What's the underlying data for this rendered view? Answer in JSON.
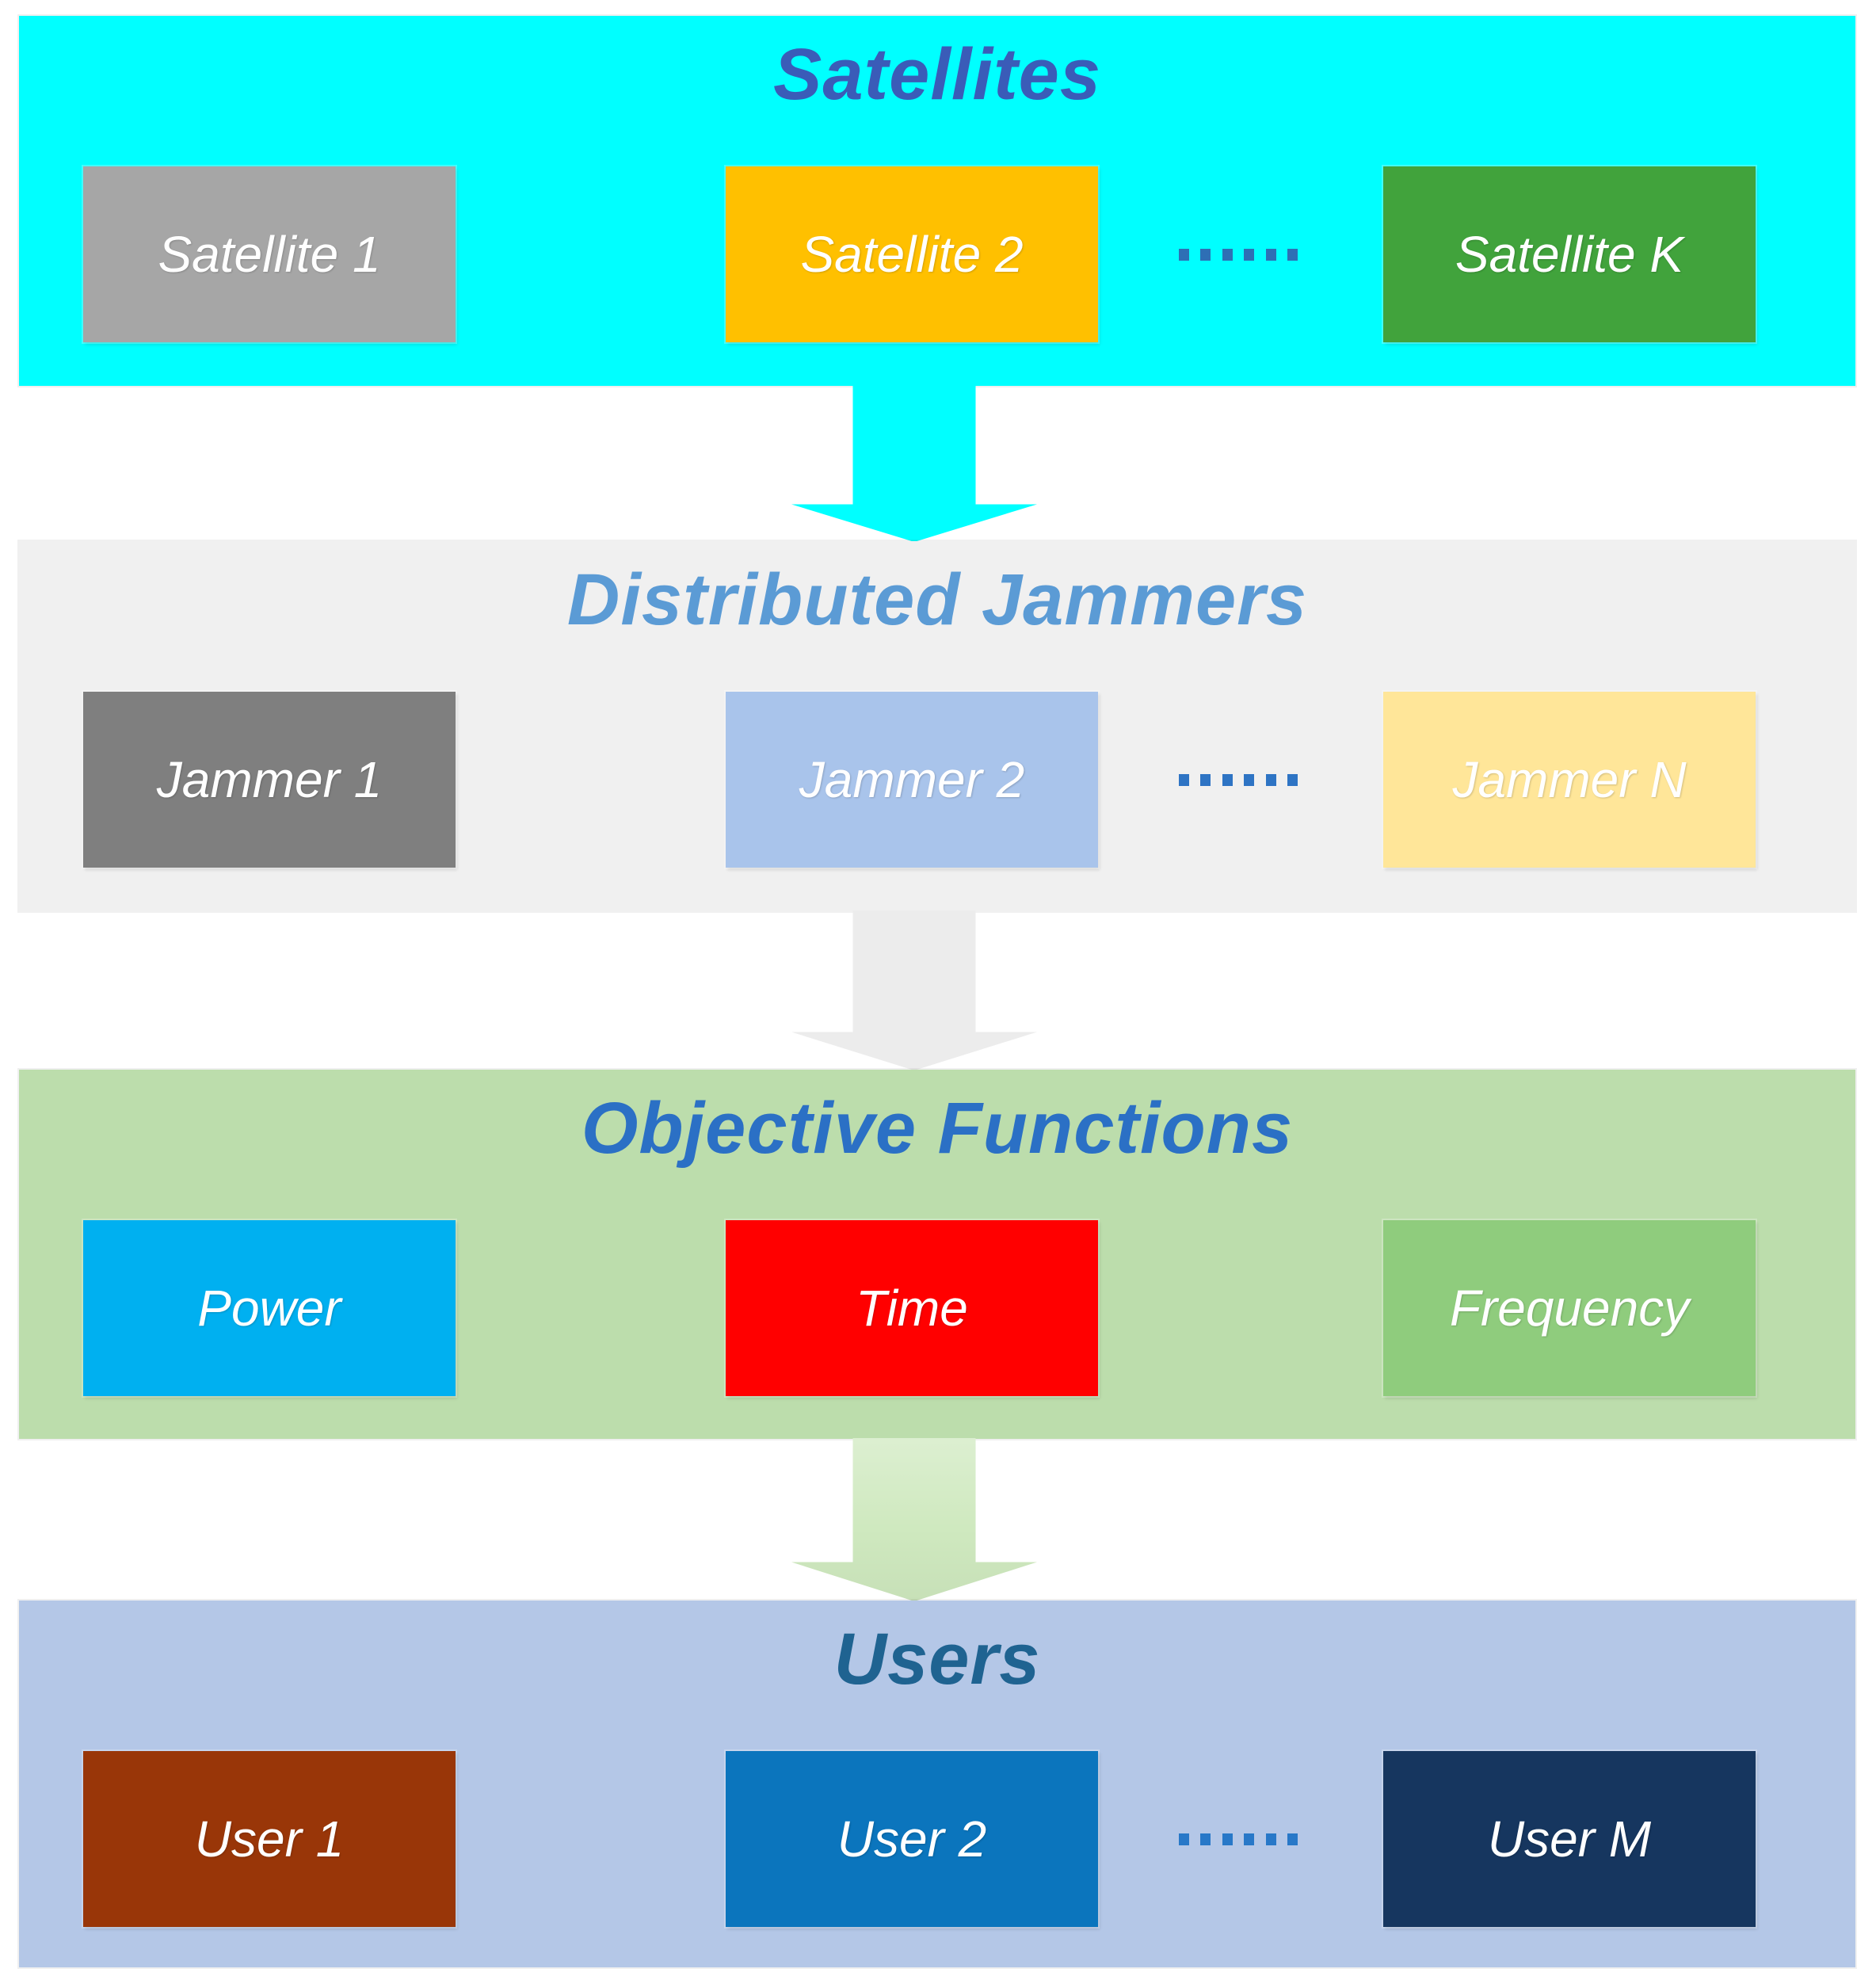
{
  "diagram": {
    "sections": [
      {
        "title": "Satellites",
        "title_color": "#3A5CB8",
        "bg": "#00FFFF",
        "has_dots": true,
        "dots_color": "#2E6FB5",
        "boxes": [
          {
            "label": "Satellite 1",
            "bg": "#A6A6A6",
            "text_color": "#FFFFFF"
          },
          {
            "label": "Satellite 2",
            "bg": "#FFC000",
            "text_color": "#FFFFFF"
          },
          {
            "label": "Satellite K",
            "bg": "#41A33C",
            "text_color": "#FFFFFF"
          }
        ]
      },
      {
        "title": "Distributed Jammers",
        "title_color": "#5B9BD5",
        "bg": "#F0F0F0",
        "has_dots": true,
        "dots_color": "#2E74C4",
        "boxes": [
          {
            "label": "Jammer 1",
            "bg": "#7F7F7F",
            "text_color": "#FFFFFF"
          },
          {
            "label": "Jammer 2",
            "bg": "#A9C4EB",
            "text_color": "#FFFFFF"
          },
          {
            "label": "Jammer N",
            "bg": "#FFE699",
            "text_color": "#FFFFFF"
          }
        ]
      },
      {
        "title": "Objective Functions",
        "title_color": "#2B70C5",
        "bg": "#BCDDAC",
        "has_dots": false,
        "dots_color": null,
        "boxes": [
          {
            "label": "Power",
            "bg": "#00B0F0",
            "text_color": "#FFFFFF"
          },
          {
            "label": "Time",
            "bg": "#FF0000",
            "text_color": "#FFFFFF"
          },
          {
            "label": "Frequency",
            "bg": "#8FCC7D",
            "text_color": "#FFFFFF"
          }
        ]
      },
      {
        "title": "Users",
        "title_color": "#1F6391",
        "bg": "#B4C7E7",
        "has_dots": true,
        "dots_color": "#2878C8",
        "boxes": [
          {
            "label": "User 1",
            "bg": "#993608",
            "text_color": "#FFFFFF"
          },
          {
            "label": "User 2",
            "bg": "#0B75BD",
            "text_color": "#FFFFFF"
          },
          {
            "label": "User M",
            "bg": "#16365F",
            "text_color": "#FFFFFF"
          }
        ]
      }
    ],
    "arrows": [
      {
        "color": "#00FFFF"
      },
      {
        "color": "#ECECEC"
      },
      {
        "color": "#CFE9BF"
      }
    ]
  }
}
